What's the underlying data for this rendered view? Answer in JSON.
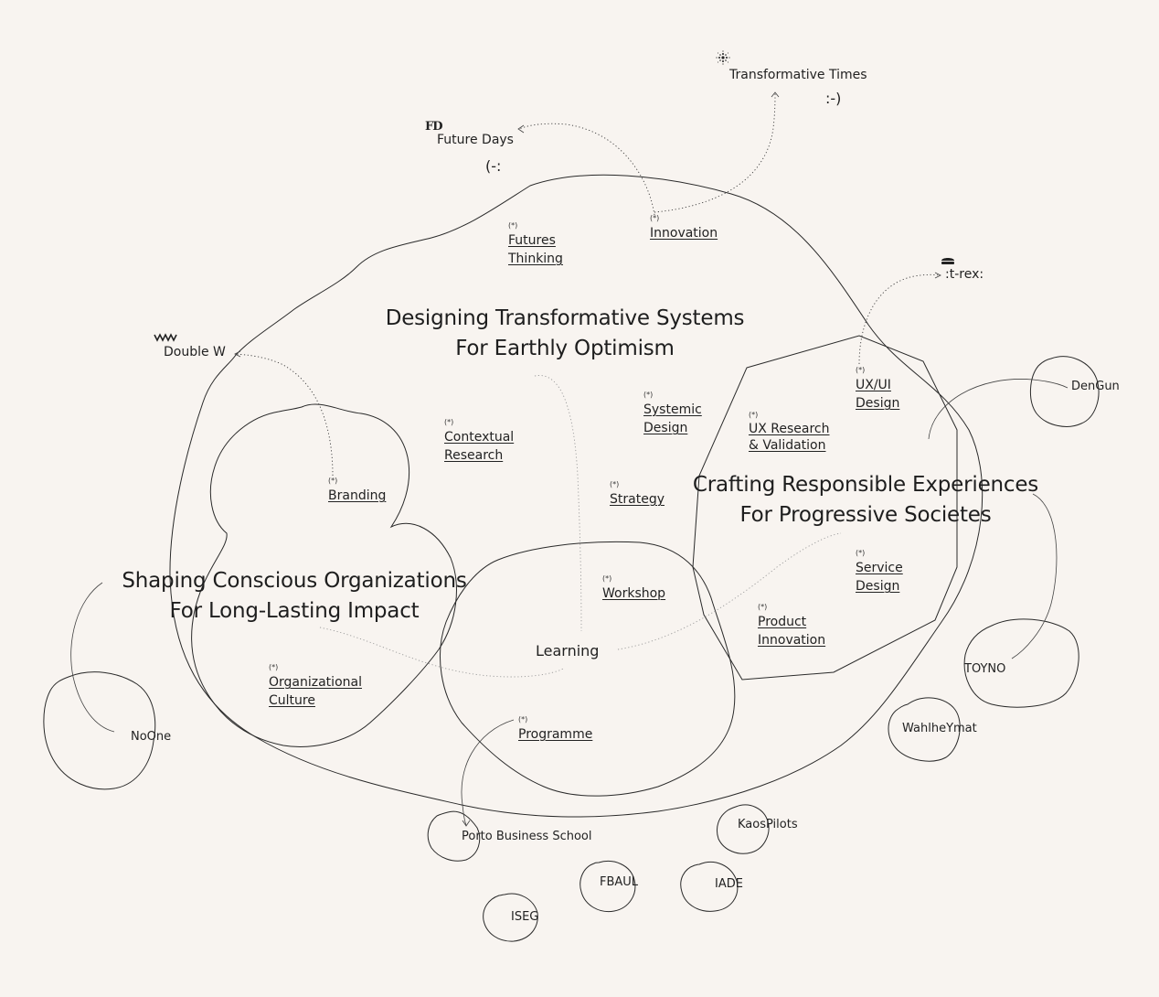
{
  "headlines": {
    "systems": [
      "Designing Transformative Systems",
      "For Earthly Optimism"
    ],
    "experiences": [
      "Crafting Responsible Experiences",
      "For Progressive Societes"
    ],
    "organizations": [
      "Shaping Conscious Organizations",
      "For Long-Lasting Impact"
    ]
  },
  "marker": "(*)",
  "topics": {
    "futures_thinking": [
      "Futures",
      "Thinking"
    ],
    "innovation": [
      "Innovation"
    ],
    "contextual_research": [
      "Contextual",
      "Research"
    ],
    "systemic_design": [
      "Systemic",
      "Design"
    ],
    "ux_research": [
      "UX Research",
      "& Validation"
    ],
    "ux_ui_design": [
      "UX/UI",
      "Design"
    ],
    "branding": [
      "Branding"
    ],
    "strategy": [
      "Strategy"
    ],
    "workshop": [
      "Workshop"
    ],
    "service_design": [
      "Service",
      "Design"
    ],
    "product_innovation": [
      "Product",
      "Innovation"
    ],
    "organizational_culture": [
      "Organizational",
      "Culture"
    ],
    "programme": [
      "Programme"
    ]
  },
  "hub_label": "Learning",
  "projects": {
    "transformative_times": "Transformative Times",
    "transformative_times_face": ":-)",
    "future_days": "Future Days",
    "future_days_face": "(-:",
    "future_days_logo": "FD",
    "trex": ":t-rex:",
    "double_w": "Double W"
  },
  "partners": {
    "dengun": "DenGun",
    "toyno": "TOYNO",
    "wahlheymat": "WahlheYmat",
    "noone": "NoOne",
    "porto_business_school": "Porto Business School",
    "kaospilots": "KaosPilots",
    "fbaul": "FBAUL",
    "iade": "IADE",
    "iseg": "ISEG"
  },
  "colors": {
    "background": "#f8f4f0",
    "ink": "#222222"
  }
}
